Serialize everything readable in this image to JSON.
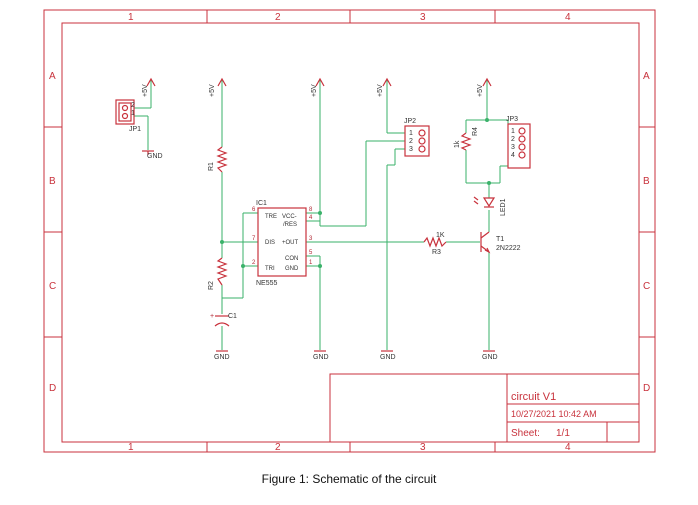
{
  "frame": {
    "columns": [
      "1",
      "2",
      "3",
      "4"
    ],
    "rows": [
      "A",
      "B",
      "C",
      "D"
    ]
  },
  "title_block": {
    "title": "circuit V1",
    "date": "10/27/2021 10:42 AM",
    "sheet_label": "Sheet:",
    "sheet_value": "1/1"
  },
  "labels": {
    "supply": "+5V",
    "ground": "GND",
    "jp1": "JP1",
    "jp1_pins": [
      "2",
      "1"
    ],
    "jp2": "JP2",
    "jp2_pins": [
      "1",
      "2",
      "3"
    ],
    "jp3": "JP3",
    "jp3_pins": [
      "1",
      "2",
      "3",
      "4"
    ],
    "r1": "R1",
    "r2": "R2",
    "r3": "R3",
    "r3_value": "1K",
    "r4": "R4",
    "r4_value": "1k",
    "c1": "C1",
    "led1": "LED1",
    "t1": "T1",
    "t1_part": "2N2222",
    "ic1": "IC1",
    "ic1_part": "NE555",
    "ic1_pins": {
      "tre": "TRE",
      "vcc": "VCC-",
      "res": "/RES",
      "dis": "DIS",
      "out": "+OUT",
      "con": "CON",
      "tri": "TRI",
      "gnd": "GND",
      "n6": "6",
      "n7": "7",
      "n2": "2",
      "n8": "8",
      "n4": "4",
      "n3": "3",
      "n5": "5",
      "n1": "1"
    }
  },
  "caption": "Figure 1: Schematic of the circuit"
}
